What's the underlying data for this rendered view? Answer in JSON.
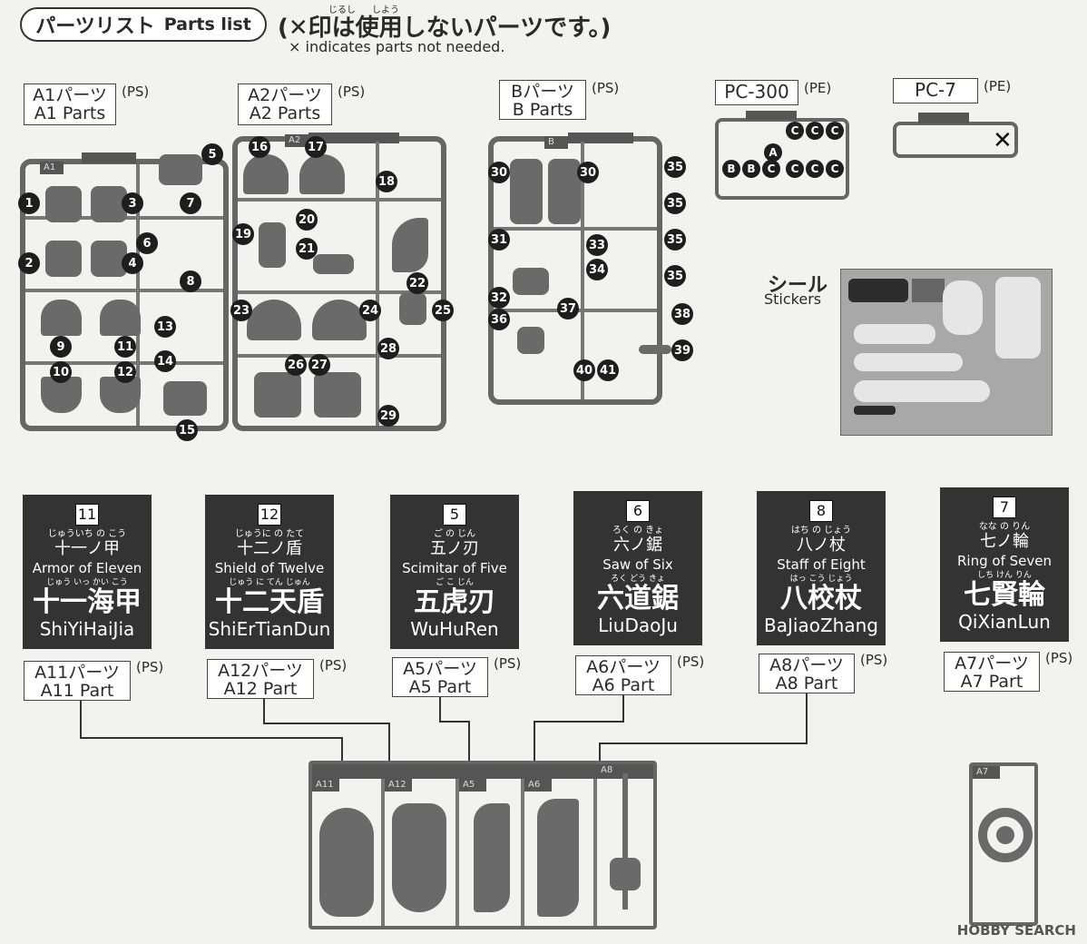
{
  "header": {
    "title_jp": "パーツリスト",
    "title_en": "Parts list",
    "note_jp": "(✕印は使用しないパーツです。)",
    "note_ruby": [
      "じるし",
      "しよう"
    ],
    "note_en": "× indicates parts not needed."
  },
  "runners": {
    "a1": {
      "label_jp": "A1パーツ",
      "label_en": "A1 Parts",
      "tag": "(PS)",
      "runner_id": "A1",
      "numbers": [
        "1",
        "2",
        "3",
        "4",
        "5",
        "6",
        "7",
        "8",
        "9",
        "10",
        "11",
        "12",
        "13",
        "14",
        "15"
      ]
    },
    "a2": {
      "label_jp": "A2パーツ",
      "label_en": "A2 Parts",
      "tag": "(PS)",
      "runner_id": "A2",
      "numbers": [
        "16",
        "17",
        "18",
        "19",
        "20",
        "21",
        "22",
        "23",
        "24",
        "25",
        "26",
        "27",
        "28",
        "29"
      ]
    },
    "b": {
      "label_jp": "Bパーツ",
      "label_en": "B Parts",
      "tag": "(PS)",
      "runner_id": "B",
      "numbers": [
        "30",
        "30",
        "31",
        "32",
        "33",
        "34",
        "35",
        "35",
        "35",
        "35",
        "36",
        "37",
        "38",
        "39",
        "40",
        "41"
      ]
    },
    "pc300": {
      "label": "PC-300",
      "tag": "(PE)",
      "letters": [
        "A",
        "B",
        "B",
        "C",
        "C",
        "C",
        "C",
        "C",
        "C",
        "C"
      ]
    },
    "pc7": {
      "label": "PC-7",
      "tag": "(PE)",
      "mark": "✕"
    }
  },
  "stickers": {
    "label_jp": "シール",
    "label_en": "Stickers"
  },
  "weapons": [
    {
      "num": "11",
      "ruby1": "じゅういち の こう",
      "jp1": "十一ノ甲",
      "en1": "Armor of Eleven",
      "ruby2": "じゅう いっ かい こう",
      "jp2": "十一海甲",
      "en2": "ShiYiHaiJia",
      "part_jp": "A11パーツ",
      "part_en": "A11 Part",
      "tag": "(PS)",
      "runner": "A11"
    },
    {
      "num": "12",
      "ruby1": "じゅうに の たて",
      "jp1": "十二ノ盾",
      "en1": "Shield of Twelve",
      "ruby2": "じゅう に てん じゅん",
      "jp2": "十二天盾",
      "en2": "ShiErTianDun",
      "part_jp": "A12パーツ",
      "part_en": "A12 Part",
      "tag": "(PS)",
      "runner": "A12"
    },
    {
      "num": "5",
      "ruby1": "ご の じん",
      "jp1": "五ノ刃",
      "en1": "Scimitar of Five",
      "ruby2": "ご こ じん",
      "jp2": "五虎刃",
      "en2": "WuHuRen",
      "part_jp": "A5パーツ",
      "part_en": "A5 Part",
      "tag": "(PS)",
      "runner": "A5"
    },
    {
      "num": "6",
      "ruby1": "ろく の きょ",
      "jp1": "六ノ鋸",
      "en1": "Saw of Six",
      "ruby2": "ろく どう きょ",
      "jp2": "六道鋸",
      "en2": "LiuDaoJu",
      "part_jp": "A6パーツ",
      "part_en": "A6 Part",
      "tag": "(PS)",
      "runner": "A6"
    },
    {
      "num": "8",
      "ruby1": "はち の じょう",
      "jp1": "八ノ杖",
      "en1": "Staff of Eight",
      "ruby2": "はっ こう じょう",
      "jp2": "八校杖",
      "en2": "BaJiaoZhang",
      "part_jp": "A8パーツ",
      "part_en": "A8 Part",
      "tag": "(PS)",
      "runner": "A8"
    },
    {
      "num": "7",
      "ruby1": "なな の りん",
      "jp1": "七ノ輪",
      "en1": "Ring of Seven",
      "ruby2": "しち けん りん",
      "jp2": "七賢輪",
      "en2": "QiXianLun",
      "part_jp": "A7パーツ",
      "part_en": "A7 Part",
      "tag": "(PS)",
      "runner": "A7"
    }
  ],
  "footer": {
    "logo": "HOBBY SEARCH"
  }
}
